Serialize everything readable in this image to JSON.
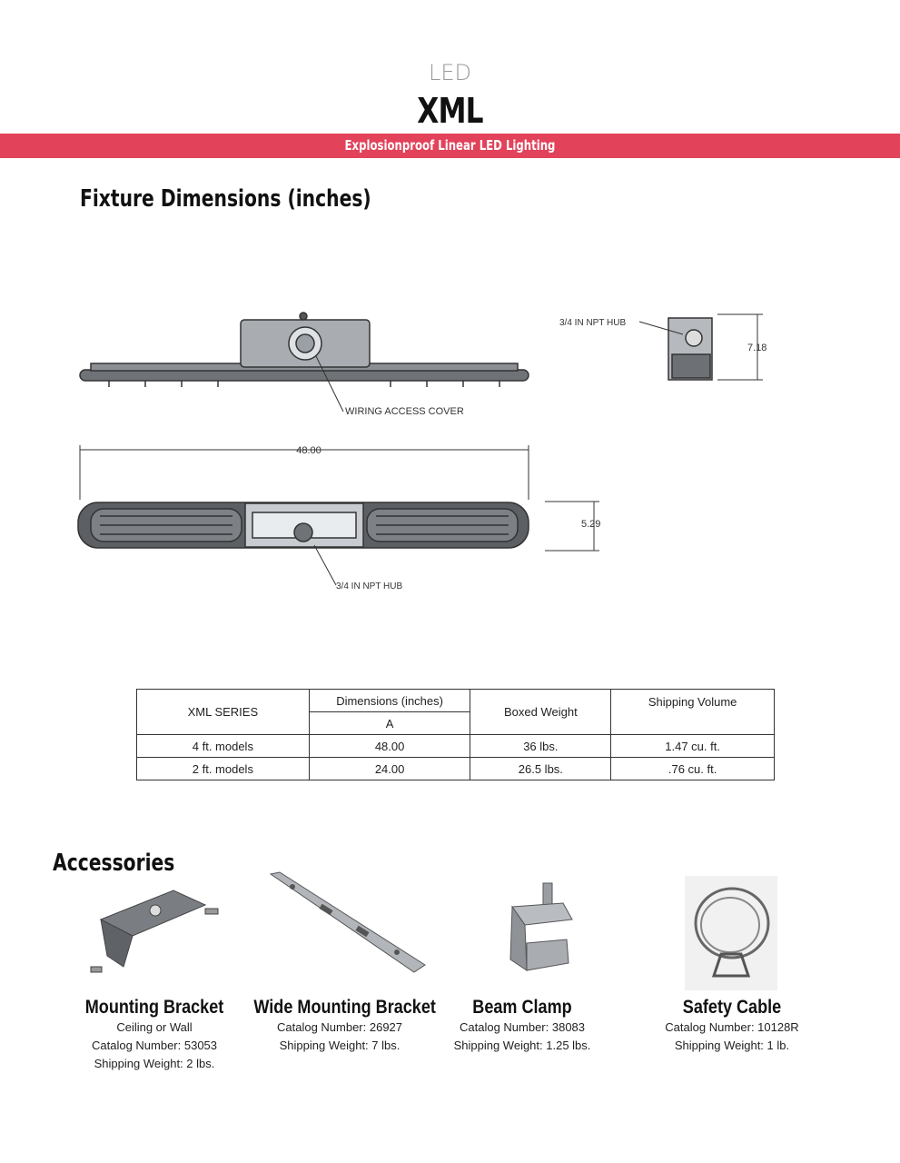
{
  "header": {
    "category": "LED",
    "product": "XML",
    "tagline": "Explosionproof Linear LED Lighting",
    "band_color": "#e2425a"
  },
  "fixture": {
    "title": "Fixture Dimensions (inches)",
    "labels": {
      "wiring_cover": "WIRING ACCESS COVER",
      "npt_hub_side": "3/4 IN NPT HUB",
      "npt_hub_bottom": "3/4 IN NPT HUB",
      "length": "48.00",
      "height": "7.18",
      "width": "5.29"
    }
  },
  "spec_table": {
    "series_header": "XML SERIES",
    "dimensions_header": "Dimensions (inches)",
    "dimension_sub": "A",
    "weight_header": "Boxed Weight",
    "volume_header": "Shipping Volume",
    "rows": [
      {
        "model": "4 ft. models",
        "a": "48.00",
        "weight": "36 lbs.",
        "volume": "1.47 cu. ft."
      },
      {
        "model": "2 ft. models",
        "a": "24.00",
        "weight": "26.5 lbs.",
        "volume": ".76 cu. ft."
      }
    ]
  },
  "accessories": {
    "title": "Accessories",
    "items": [
      {
        "name": "Mounting Bracket",
        "lines": [
          "Ceiling or Wall",
          "Catalog Number: 53053",
          "Shipping Weight: 2 lbs."
        ],
        "icon": "mounting-bracket-icon"
      },
      {
        "name": "Wide Mounting Bracket",
        "lines": [
          "Catalog Number: 26927",
          "Shipping Weight: 7 lbs."
        ],
        "icon": "wide-bracket-icon"
      },
      {
        "name": "Beam Clamp",
        "lines": [
          "Catalog Number: 38083",
          "Shipping Weight: 1.25 lbs."
        ],
        "icon": "beam-clamp-icon"
      },
      {
        "name": "Safety Cable",
        "lines": [
          "Catalog Number: 10128R",
          "Shipping Weight: 1 lb."
        ],
        "icon": "safety-cable-icon"
      }
    ]
  }
}
